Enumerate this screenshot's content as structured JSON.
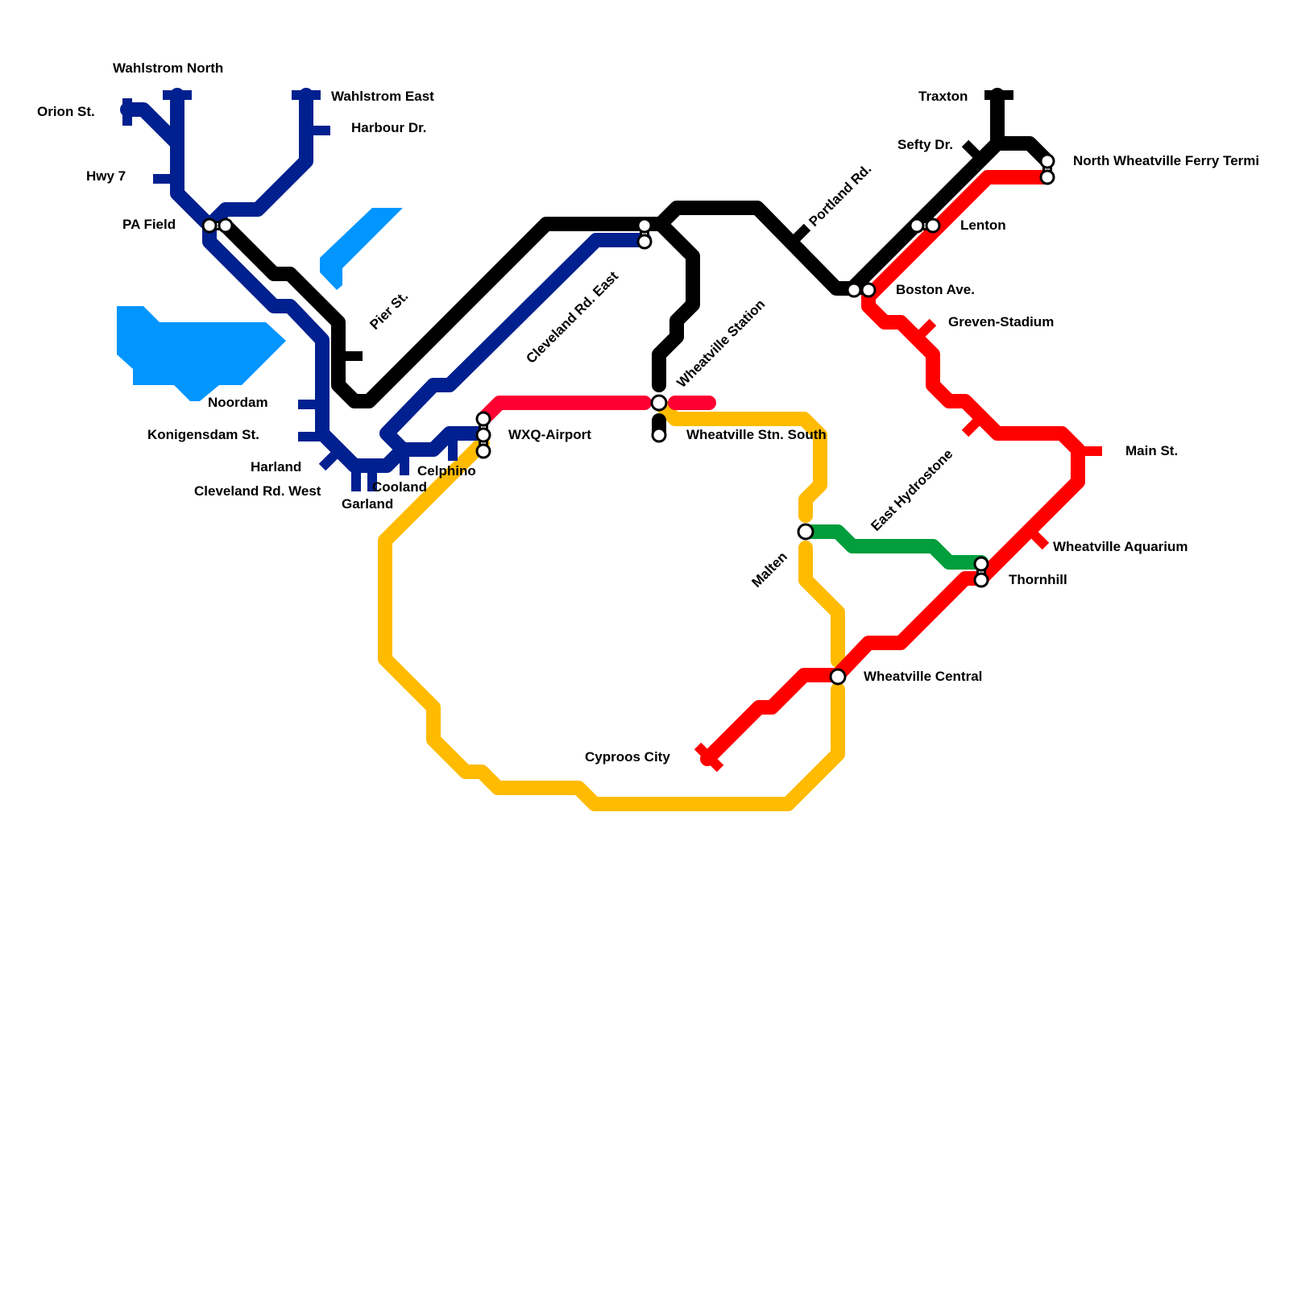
{
  "colors": {
    "dark_blue": "#00208f",
    "black": "#000000",
    "red": "#ff0000",
    "crimson": "#ff0033",
    "yellow": "#ffbb00",
    "green": "#009e3d",
    "water": "#0095ff"
  },
  "stations": {
    "wahlstrom_north": "Wahlstrom North",
    "orion_st": "Orion St.",
    "hwy7": "Hwy 7",
    "pa_field": "PA Field",
    "wahlstrom_east": "Wahlstrom East",
    "harbour_dr": "Harbour Dr.",
    "pier_st": "Pier St.",
    "noordam": "Noordam",
    "konigensdam_st": "Konigensdam St.",
    "harland": "Harland",
    "cleveland_rd_west": "Cleveland Rd. West",
    "garland": "Garland",
    "cooland": "Cooland",
    "celphino": "Celphino",
    "wxq_airport": "WXQ-Airport",
    "cleveland_rd_east": "Cleveland Rd. East",
    "wheatville_station": "Wheatville Station",
    "wheatville_stn_south": "Wheatville Stn. South",
    "portland_rd": "Portland Rd.",
    "traxton": "Traxton",
    "sefty_dr": "Sefty Dr.",
    "north_wheatville_ferry": "North Wheatville Ferry Termi",
    "lenton": "Lenton",
    "boston_ave": "Boston Ave.",
    "greven_stadium": "Greven-Stadium",
    "east_hydrostone": "East Hydrostone",
    "main_st": "Main St.",
    "malten": "Malten",
    "wheatville_aquarium": "Wheatville Aquarium",
    "thornhill": "Thornhill",
    "wheatville_central": "Wheatville Central",
    "cyproos_city": "Cyproos City"
  }
}
